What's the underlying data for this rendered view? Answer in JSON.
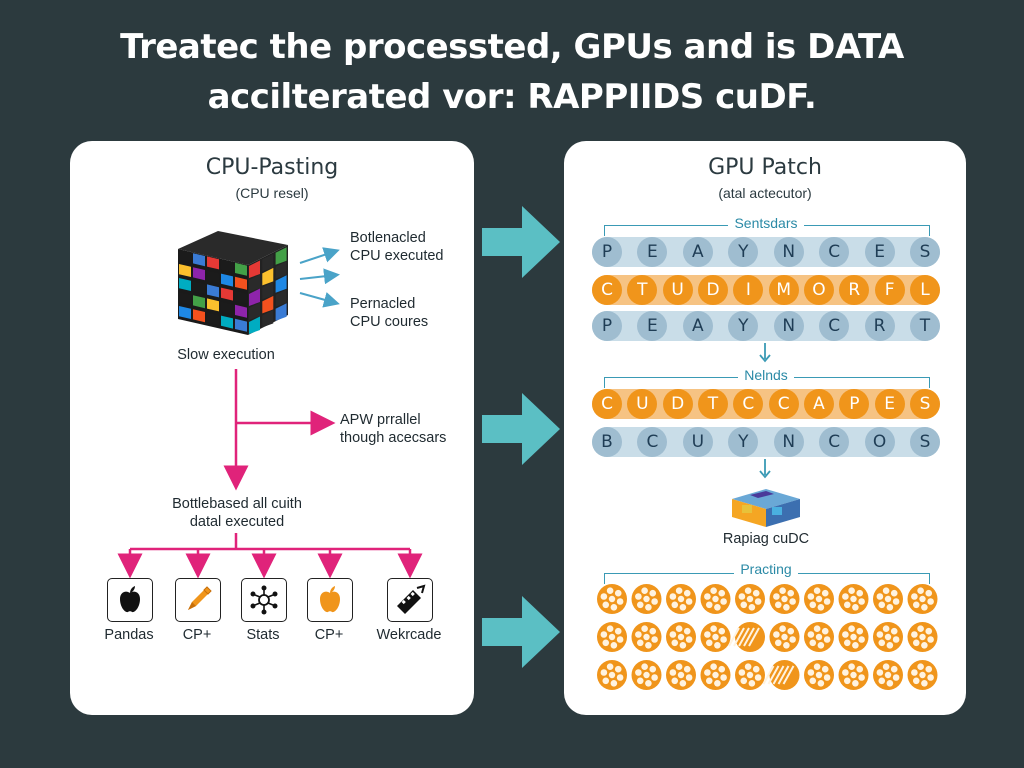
{
  "title": {
    "line1": "Treatec the processted, GPUs and is DATA",
    "line2": "accilterated vor: RAPPIIDS cuDF."
  },
  "cpu_panel": {
    "title": "CPU-Pasting",
    "subtitle": "(CPU resel)",
    "cube_label": "Slow execution",
    "side_labels": [
      {
        "line1": "Botlenacled",
        "line2": "CPU executed"
      },
      {
        "line1": "Pernacled",
        "line2": "CPU coures"
      }
    ],
    "branch_label": {
      "line1": "APW prrallel",
      "line2": "though acecsars"
    },
    "bottleneck_label": {
      "line1": "Bottlebased all cuith",
      "line2": "datal executed"
    },
    "libraries": [
      {
        "name": "Pandas",
        "icon": "apple-icon"
      },
      {
        "name": "CP+",
        "icon": "pen-icon"
      },
      {
        "name": "Stats",
        "icon": "molecule-icon"
      },
      {
        "name": "CP+",
        "icon": "apple-icon"
      },
      {
        "name": "Wekrcade",
        "icon": "wrench-icon"
      }
    ]
  },
  "gpu_panel": {
    "title": "GPU Patch",
    "subtitle": "(atal actecutor)",
    "section1_label": "Sentsdars",
    "rows1": [
      {
        "color": "blue",
        "letters": [
          "P",
          "E",
          "A",
          "Y",
          "N",
          "C",
          "E",
          "S"
        ]
      },
      {
        "color": "orange",
        "letters": [
          "C",
          "T",
          "U",
          "D",
          "I",
          "M",
          "O",
          "R",
          "F",
          "L"
        ]
      },
      {
        "color": "blue",
        "letters": [
          "P",
          "E",
          "A",
          "Y",
          "N",
          "C",
          "R",
          "T"
        ]
      }
    ],
    "section2_label": "Nelnds",
    "rows2": [
      {
        "color": "orange",
        "letters": [
          "C",
          "U",
          "D",
          "T",
          "C",
          "C",
          "A",
          "P",
          "E",
          "S"
        ]
      },
      {
        "color": "blue",
        "letters": [
          "B",
          "C",
          "U",
          "Y",
          "N",
          "C",
          "O",
          "S"
        ]
      }
    ],
    "block_label": "Rapiag cuDC",
    "section3_label": "Practing"
  },
  "colors": {
    "background": "#2c3a3e",
    "accent_teal": "#5bbfc4",
    "magenta": "#e0237a",
    "orange": "#f0951b",
    "blue": "#9fbdd0"
  }
}
